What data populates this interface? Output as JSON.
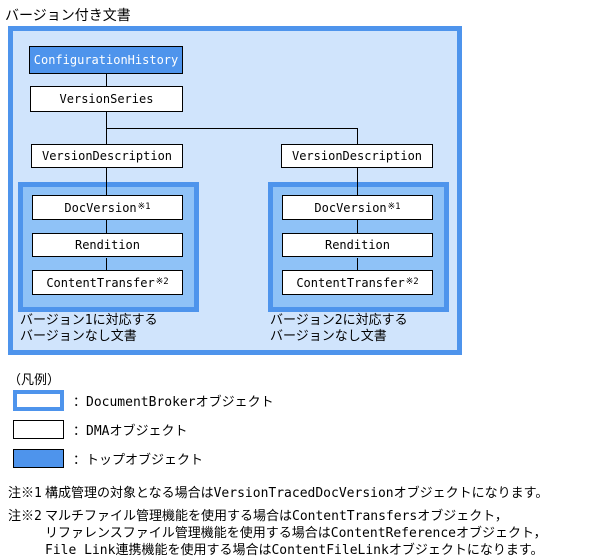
{
  "title": "バージョン付き文書",
  "diagram": {
    "nodes": {
      "configuration_history": "ConfigurationHistory",
      "version_series": "VersionSeries",
      "version_description": "VersionDescription",
      "doc_version": "DocVersion",
      "doc_version_sup": "※1",
      "rendition": "Rendition",
      "content_transfer": "ContentTransfer",
      "content_transfer_sup": "※2"
    },
    "captions": {
      "left_line1": "バージョン1に対応する",
      "left_line2": "バージョンなし文書",
      "right_line1": "バージョン2に対応する",
      "right_line2": "バージョンなし文書"
    }
  },
  "legend": {
    "title": "（凡例）",
    "items": [
      {
        "key": "documentbroker",
        "label": "：DocumentBrokerオブジェクト"
      },
      {
        "key": "dma",
        "label": "：DMAオブジェクト"
      },
      {
        "key": "top",
        "label": "：トップオブジェクト"
      }
    ]
  },
  "notes": {
    "note1_marker": "注※1",
    "note1_line1": "構成管理の対象となる場合はVersionTracedDocVersionオブジェクトになります。",
    "note2_marker": "注※2",
    "note2_line1": "マルチファイル管理機能を使用する場合はContentTransfersオブジェクト，",
    "note2_line2": "リファレンスファイル管理機能を使用する場合はContentReferenceオブジェクト，",
    "note2_line3": "File Link連携機能を使用する場合はContentFileLinkオブジェクトになります。"
  },
  "colors": {
    "frame_blue": "#4E94EC",
    "light_blue_fill": "#D0E4FC",
    "medium_blue_fill": "#8FC2F7",
    "top_object_fill": "#4E94EC",
    "box_fill": "#FFFFFF",
    "line_black": "#000000"
  }
}
